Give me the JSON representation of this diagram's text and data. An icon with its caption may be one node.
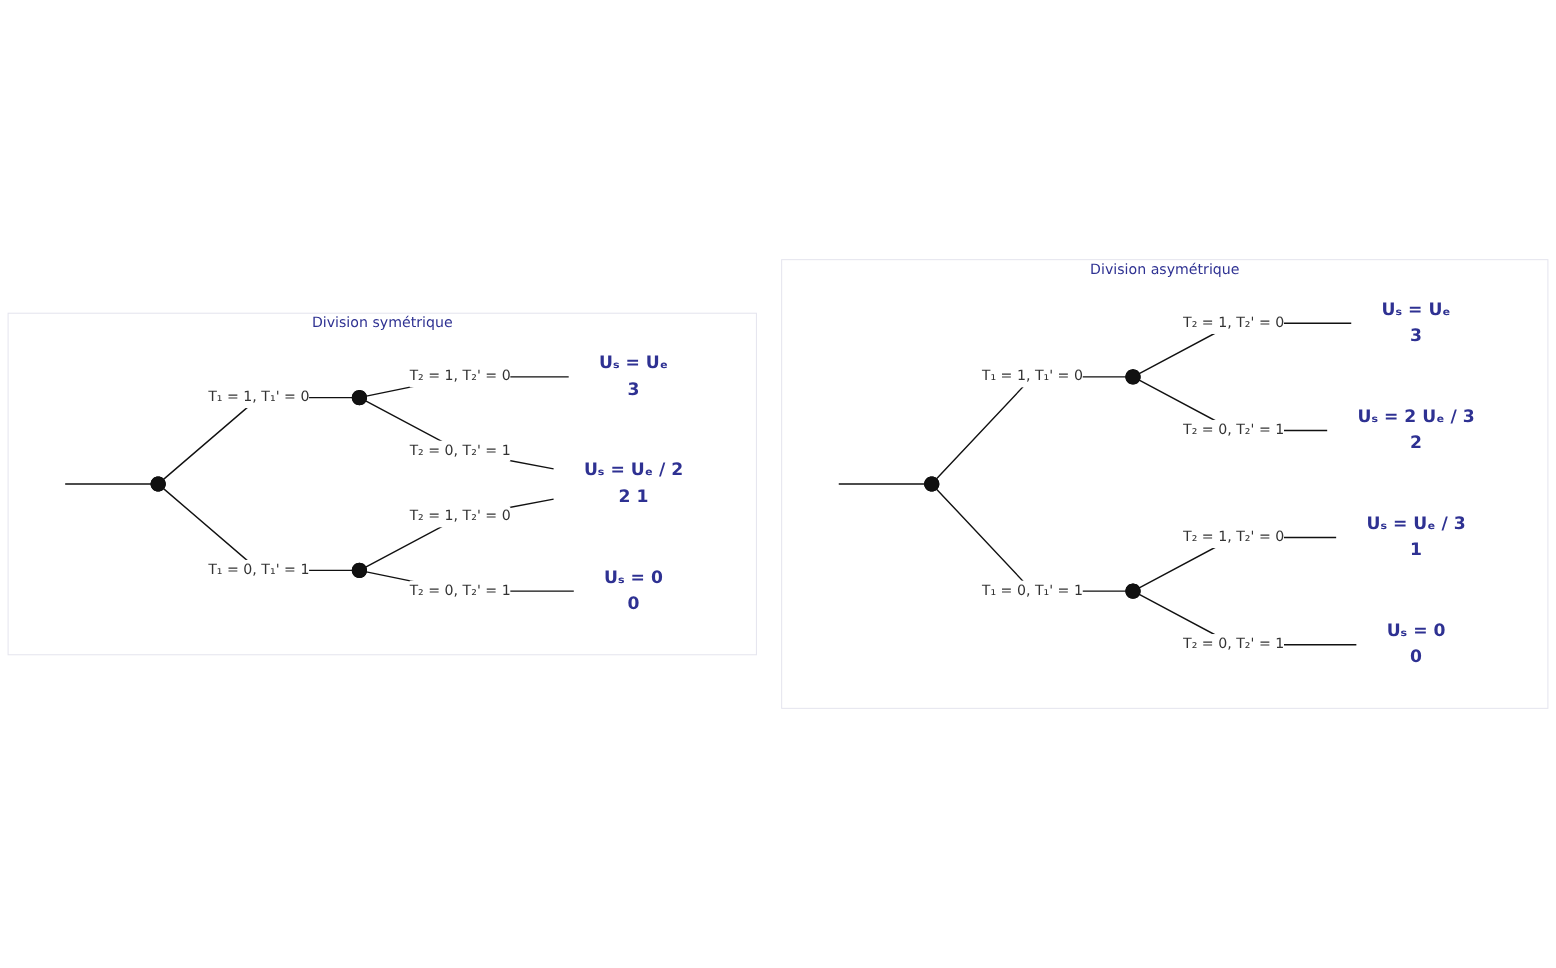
{
  "diagram": {
    "nodes": [
      {
        "text": [
          "Division symétrique"
        ]
      },
      {
        "text": [],
        "shape": "circle",
        "in": 0
      },
      {
        "text": [],
        "shape": "circle",
        "in": 0
      },
      {
        "text": [],
        "shape": "circle",
        "in": 0
      },
      {
        "text": [
          "Uₛ = Uₑ"
        ],
        "beside": [
          "3"
        ],
        "in": 0
      },
      {
        "text": [
          "Uₛ = Uₑ / 2"
        ],
        "beside": [
          "2",
          "1"
        ],
        "in": 0
      },
      {
        "text": [
          "Uₛ = 0"
        ],
        "beside": [
          "0"
        ],
        "in": 0
      },
      {
        "text": [
          "Division asymétrique"
        ]
      },
      {
        "text": [],
        "shape": "circle",
        "in": 7
      },
      {
        "text": [],
        "shape": "circle",
        "in": 7
      },
      {
        "text": [],
        "shape": "circle",
        "in": 7
      },
      {
        "text": [
          "Uₛ = Uₑ"
        ],
        "beside": [
          "3"
        ],
        "in": 7
      },
      {
        "text": [
          "Uₛ = 2 Uₑ / 3"
        ],
        "beside": [
          "2"
        ],
        "in": 7
      },
      {
        "text": [
          "Uₛ = Uₑ / 3"
        ],
        "beside": [
          "1"
        ],
        "in": 7
      },
      {
        "text": [
          "Uₛ = 0"
        ],
        "beside": [
          "0"
        ],
        "in": 7
      }
    ],
    "edges": [
      {
        "from": null,
        "to": 1,
        "arrow": "none"
      },
      {
        "from": 1,
        "to": 2,
        "arrow": "none",
        "label": "T₁ = 1, T₁' = 0"
      },
      {
        "from": 1,
        "to": 3,
        "arrow": "none",
        "label": "T₁ = 0, T₁' = 1"
      },
      {
        "from": 2,
        "to": 4,
        "arrow": "none",
        "label": "T₂ = 1, T₂' = 0"
      },
      {
        "from": 2,
        "to": 5,
        "arrow": "none",
        "label": "T₂ = 0, T₂' = 1"
      },
      {
        "from": 3,
        "to": 5,
        "arrow": "none",
        "label": "T₂ = 1, T₂' = 0"
      },
      {
        "from": 3,
        "to": 6,
        "arrow": "none",
        "label": "T₂ = 0, T₂' = 1"
      },
      {
        "from": null,
        "to": 8,
        "arrow": "none"
      },
      {
        "from": 8,
        "to": 9,
        "arrow": "none",
        "label": "T₁ = 1, T₁' = 0"
      },
      {
        "from": 8,
        "to": 10,
        "arrow": "none",
        "label": "T₁ = 0, T₁' = 1"
      },
      {
        "from": 9,
        "to": 11,
        "arrow": "none",
        "label": "T₂ = 1, T₂' = 0"
      },
      {
        "from": 9,
        "to": 12,
        "arrow": "none",
        "label": "T₂ = 0, T₂' = 1"
      },
      {
        "from": 10,
        "to": 13,
        "arrow": "none",
        "label": "T₂ = 1, T₂' = 0"
      },
      {
        "from": 10,
        "to": 14,
        "arrow": "none",
        "label": "T₂ = 0, T₂' = 1"
      }
    ]
  }
}
